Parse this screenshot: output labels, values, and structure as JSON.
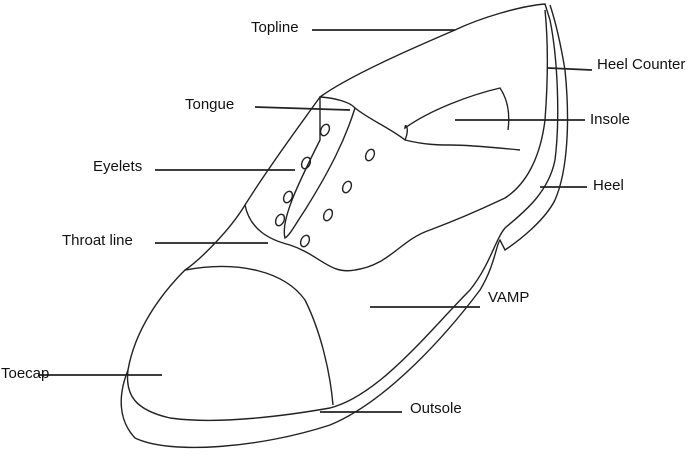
{
  "title": "Shoe parts diagram",
  "labels": {
    "topline": "Topline",
    "tongue": "Tongue",
    "eyelets": "Eyelets",
    "throat_line": "Throat line",
    "toecap": "Toecap",
    "heel_counter": "Heel Counter",
    "insole": "Insole",
    "heel": "Heel",
    "vamp": "VAMP",
    "outsole": "Outsole"
  },
  "colors": {
    "stroke": "#222222",
    "background": "#ffffff"
  }
}
